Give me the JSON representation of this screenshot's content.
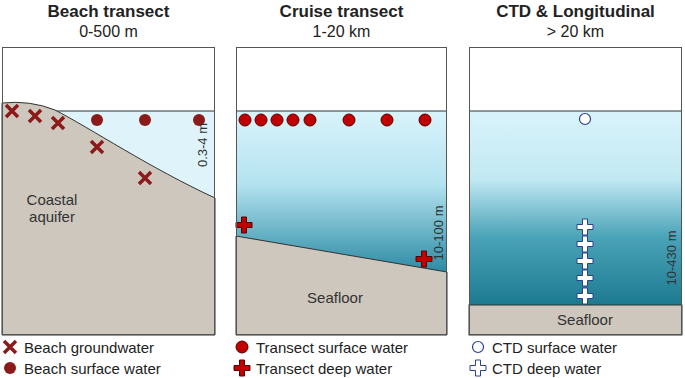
{
  "diagram": {
    "nodes": [
      {
        "text": [
          "Beach transect",
          "0-500 m"
        ]
      },
      {
        "text": [
          "Cruise transect",
          "1-20 km"
        ]
      },
      {
        "text": [
          "CTD & Longitudinal",
          "> 20 km"
        ]
      }
    ],
    "labels": [
      "Coastal aquifer",
      "0.3-4 m",
      "10-100 m",
      "Seafloor",
      "10-430 m",
      "Seafloor"
    ],
    "legend": [
      {
        "text": "Beach groundwater"
      },
      {
        "text": "Beach surface water"
      },
      {
        "text": "Transect surface water"
      },
      {
        "text": "Transect deep water"
      },
      {
        "text": "CTD surface water"
      },
      {
        "text": "CTD deep water"
      }
    ]
  }
}
